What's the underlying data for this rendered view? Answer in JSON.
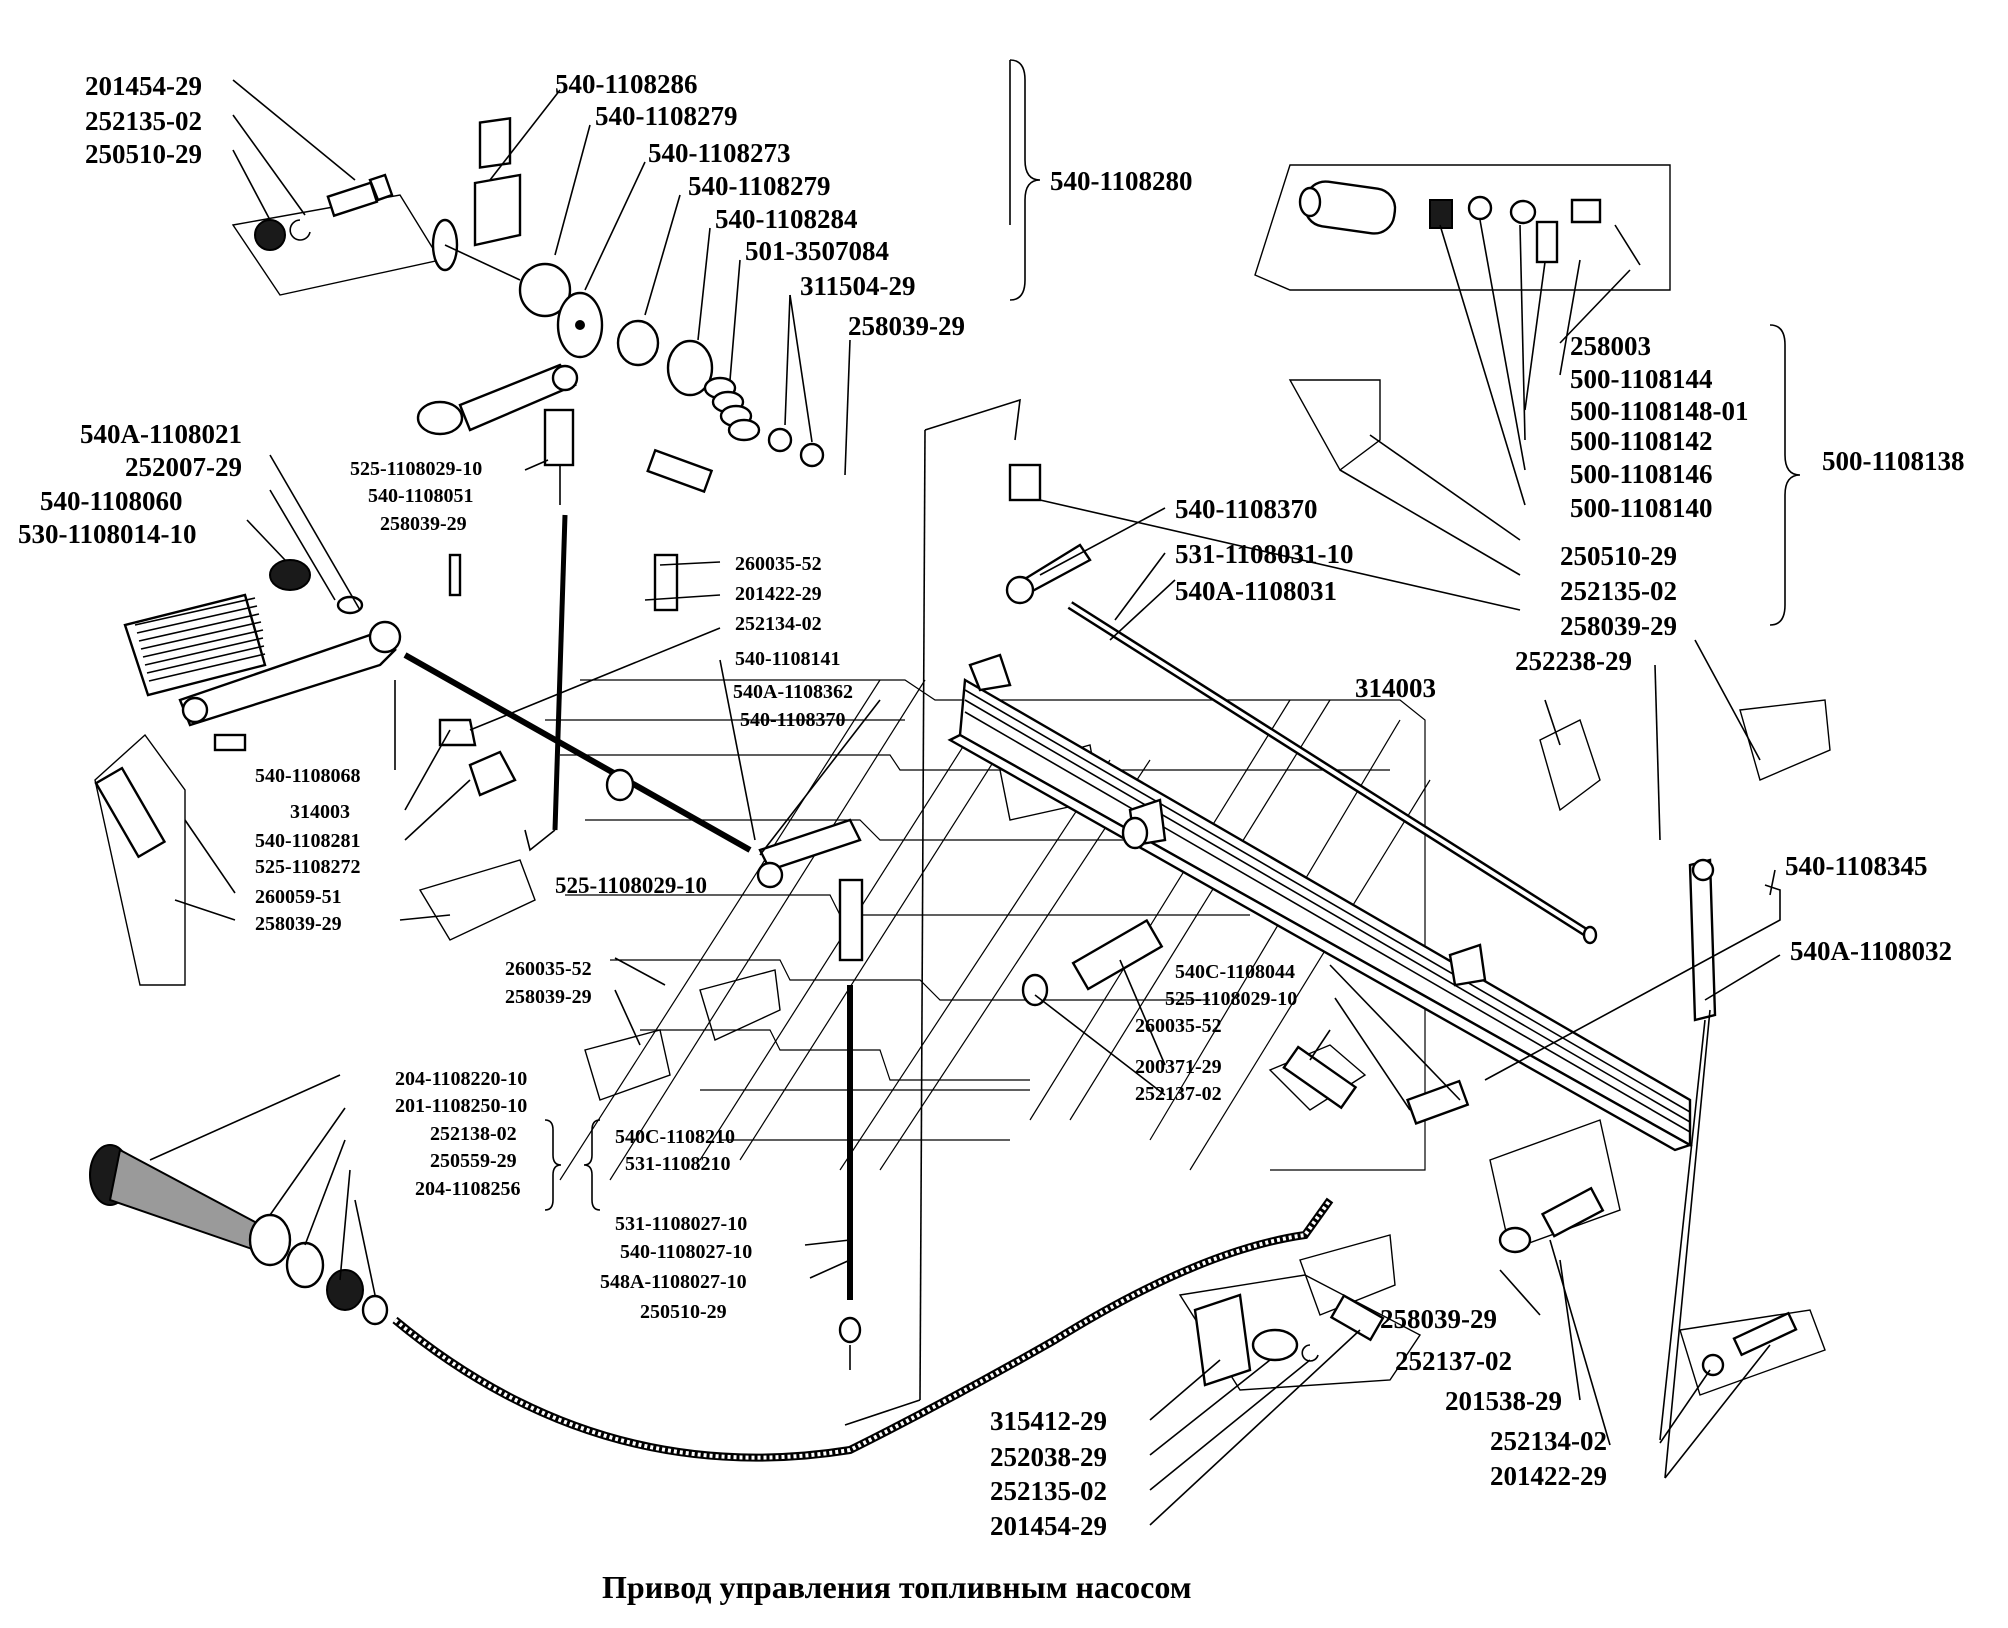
{
  "caption": "Привод управления топливным насосом",
  "labels": {
    "l01": "201454-29",
    "l02": "252135-02",
    "l03": "250510-29",
    "l04": "540-1108286",
    "l05": "540-1108279",
    "l06": "540-1108273",
    "l07": "540-1108279",
    "l08": "540-1108284",
    "l09": "501-3507084",
    "l10": "311504-29",
    "l11": "258039-29",
    "l12": "540-1108280",
    "l13": "540А-1108021",
    "l14": "252007-29",
    "l15": "540-1108060",
    "l16": "530-1108014-10",
    "l17": "525-1108029-10",
    "l18": "540-1108051",
    "l19": "258039-29",
    "l20": "260035-52",
    "l21": "201422-29",
    "l22": "252134-02",
    "l23": "540-1108141",
    "l24": "540А-1108362",
    "l25": "540-1108370",
    "l26": "540-1108068",
    "l27": "314003",
    "l28": "540-1108281",
    "l29": "525-1108272",
    "l30": "260059-51",
    "l31": "258039-29",
    "l32": "525-1108029-10",
    "l33": "260035-52",
    "l34": "258039-29",
    "l35": "204-1108220-10",
    "l36": "201-1108250-10",
    "l37": "252138-02",
    "l38": "250559-29",
    "l39": "204-1108256",
    "l40": "540С-1108210",
    "l41": "531-1108210",
    "l42": "531-1108027-10",
    "l43": "540-1108027-10",
    "l44": "548А-1108027-10",
    "l45": "250510-29",
    "l46": "315412-29",
    "l47": "252038-29",
    "l48": "252135-02",
    "l49": "201454-29",
    "l50": "258003",
    "l51": "500-1108144",
    "l52": "500-1108148-01",
    "l53": "500-1108142",
    "l54": "500-1108146",
    "l55": "500-1108140",
    "l56": "500-1108138",
    "l57": "540-1108370",
    "l58": "531-1108031-10",
    "l59": "540А-1108031",
    "l60": "250510-29",
    "l61": "252135-02",
    "l62": "258039-29",
    "l63": "252238-29",
    "l64": "314003",
    "l65": "540-1108345",
    "l66": "540А-1108032",
    "l67": "540С-1108044",
    "l68": "525-1108029-10",
    "l69": "260035-52",
    "l70": "200371-29",
    "l71": "252137-02",
    "l72": "258039-29",
    "l73": "252137-02",
    "l74": "201538-29",
    "l75": "252134-02",
    "l76": "201422-29"
  }
}
